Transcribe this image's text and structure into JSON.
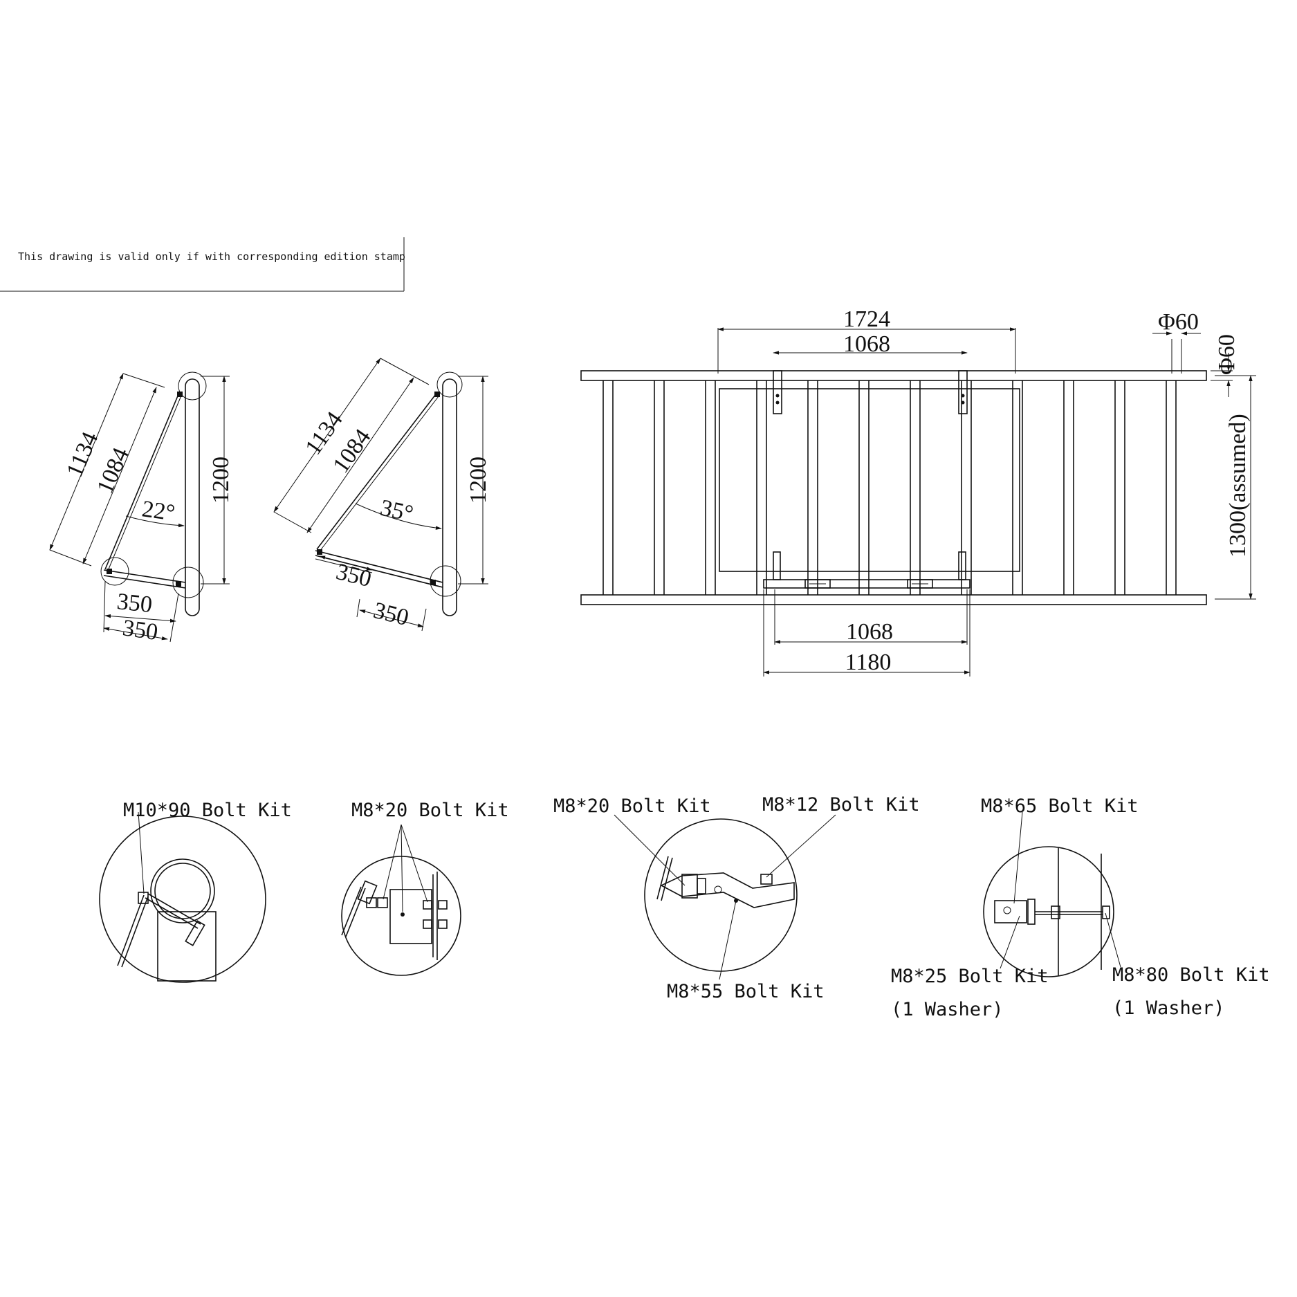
{
  "note": {
    "validity": "This drawing is valid only if with corresponding edition stamp"
  },
  "side_view_22": {
    "arm_outer": "1134",
    "arm_inner": "1084",
    "angle": "22°",
    "height": "1200",
    "base_upper": "350",
    "base_lower": "350"
  },
  "side_view_35": {
    "arm_outer": "1134",
    "arm_inner": "1084",
    "angle": "35°",
    "height": "1200",
    "base_upper": "350",
    "base_lower": "350"
  },
  "front_view": {
    "overall_width": "1724",
    "inner_width_top": "1068",
    "tube_diameter_horizontal": "Φ60",
    "tube_diameter_vertical": "Φ60",
    "height": "1300(assumed)",
    "inner_width_bottom": "1068",
    "bracket_width": "1180"
  },
  "details": [
    {
      "labels": [
        "M10*90 Bolt Kit"
      ]
    },
    {
      "labels": [
        "M8*20 Bolt Kit"
      ]
    },
    {
      "labels": [
        "M8*20 Bolt Kit",
        "M8*12 Bolt Kit",
        "M8*55 Bolt Kit"
      ]
    },
    {
      "labels": [
        "M8*65 Bolt Kit",
        "M8*25 Bolt Kit",
        "(1 Washer)",
        "M8*80 Bolt Kit",
        "(1 Washer)"
      ]
    }
  ]
}
